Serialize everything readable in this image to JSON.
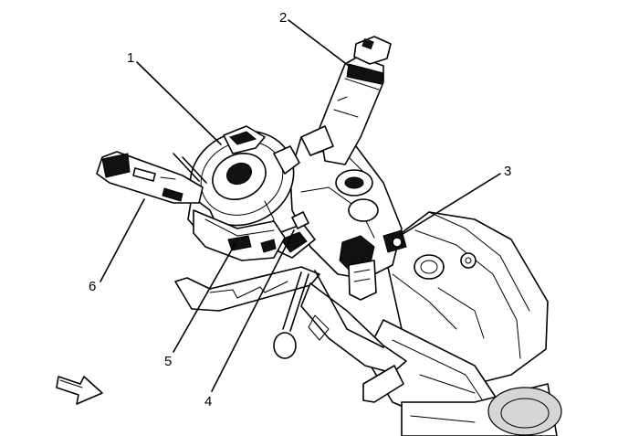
{
  "callouts": [
    {
      "id": "1",
      "label": "1"
    },
    {
      "id": "2",
      "label": "2"
    },
    {
      "id": "3",
      "label": "3"
    },
    {
      "id": "4",
      "label": "4"
    },
    {
      "id": "5",
      "label": "5"
    },
    {
      "id": "6",
      "label": "6"
    }
  ],
  "icons": {
    "direction": "front-direction-arrow-icon"
  }
}
